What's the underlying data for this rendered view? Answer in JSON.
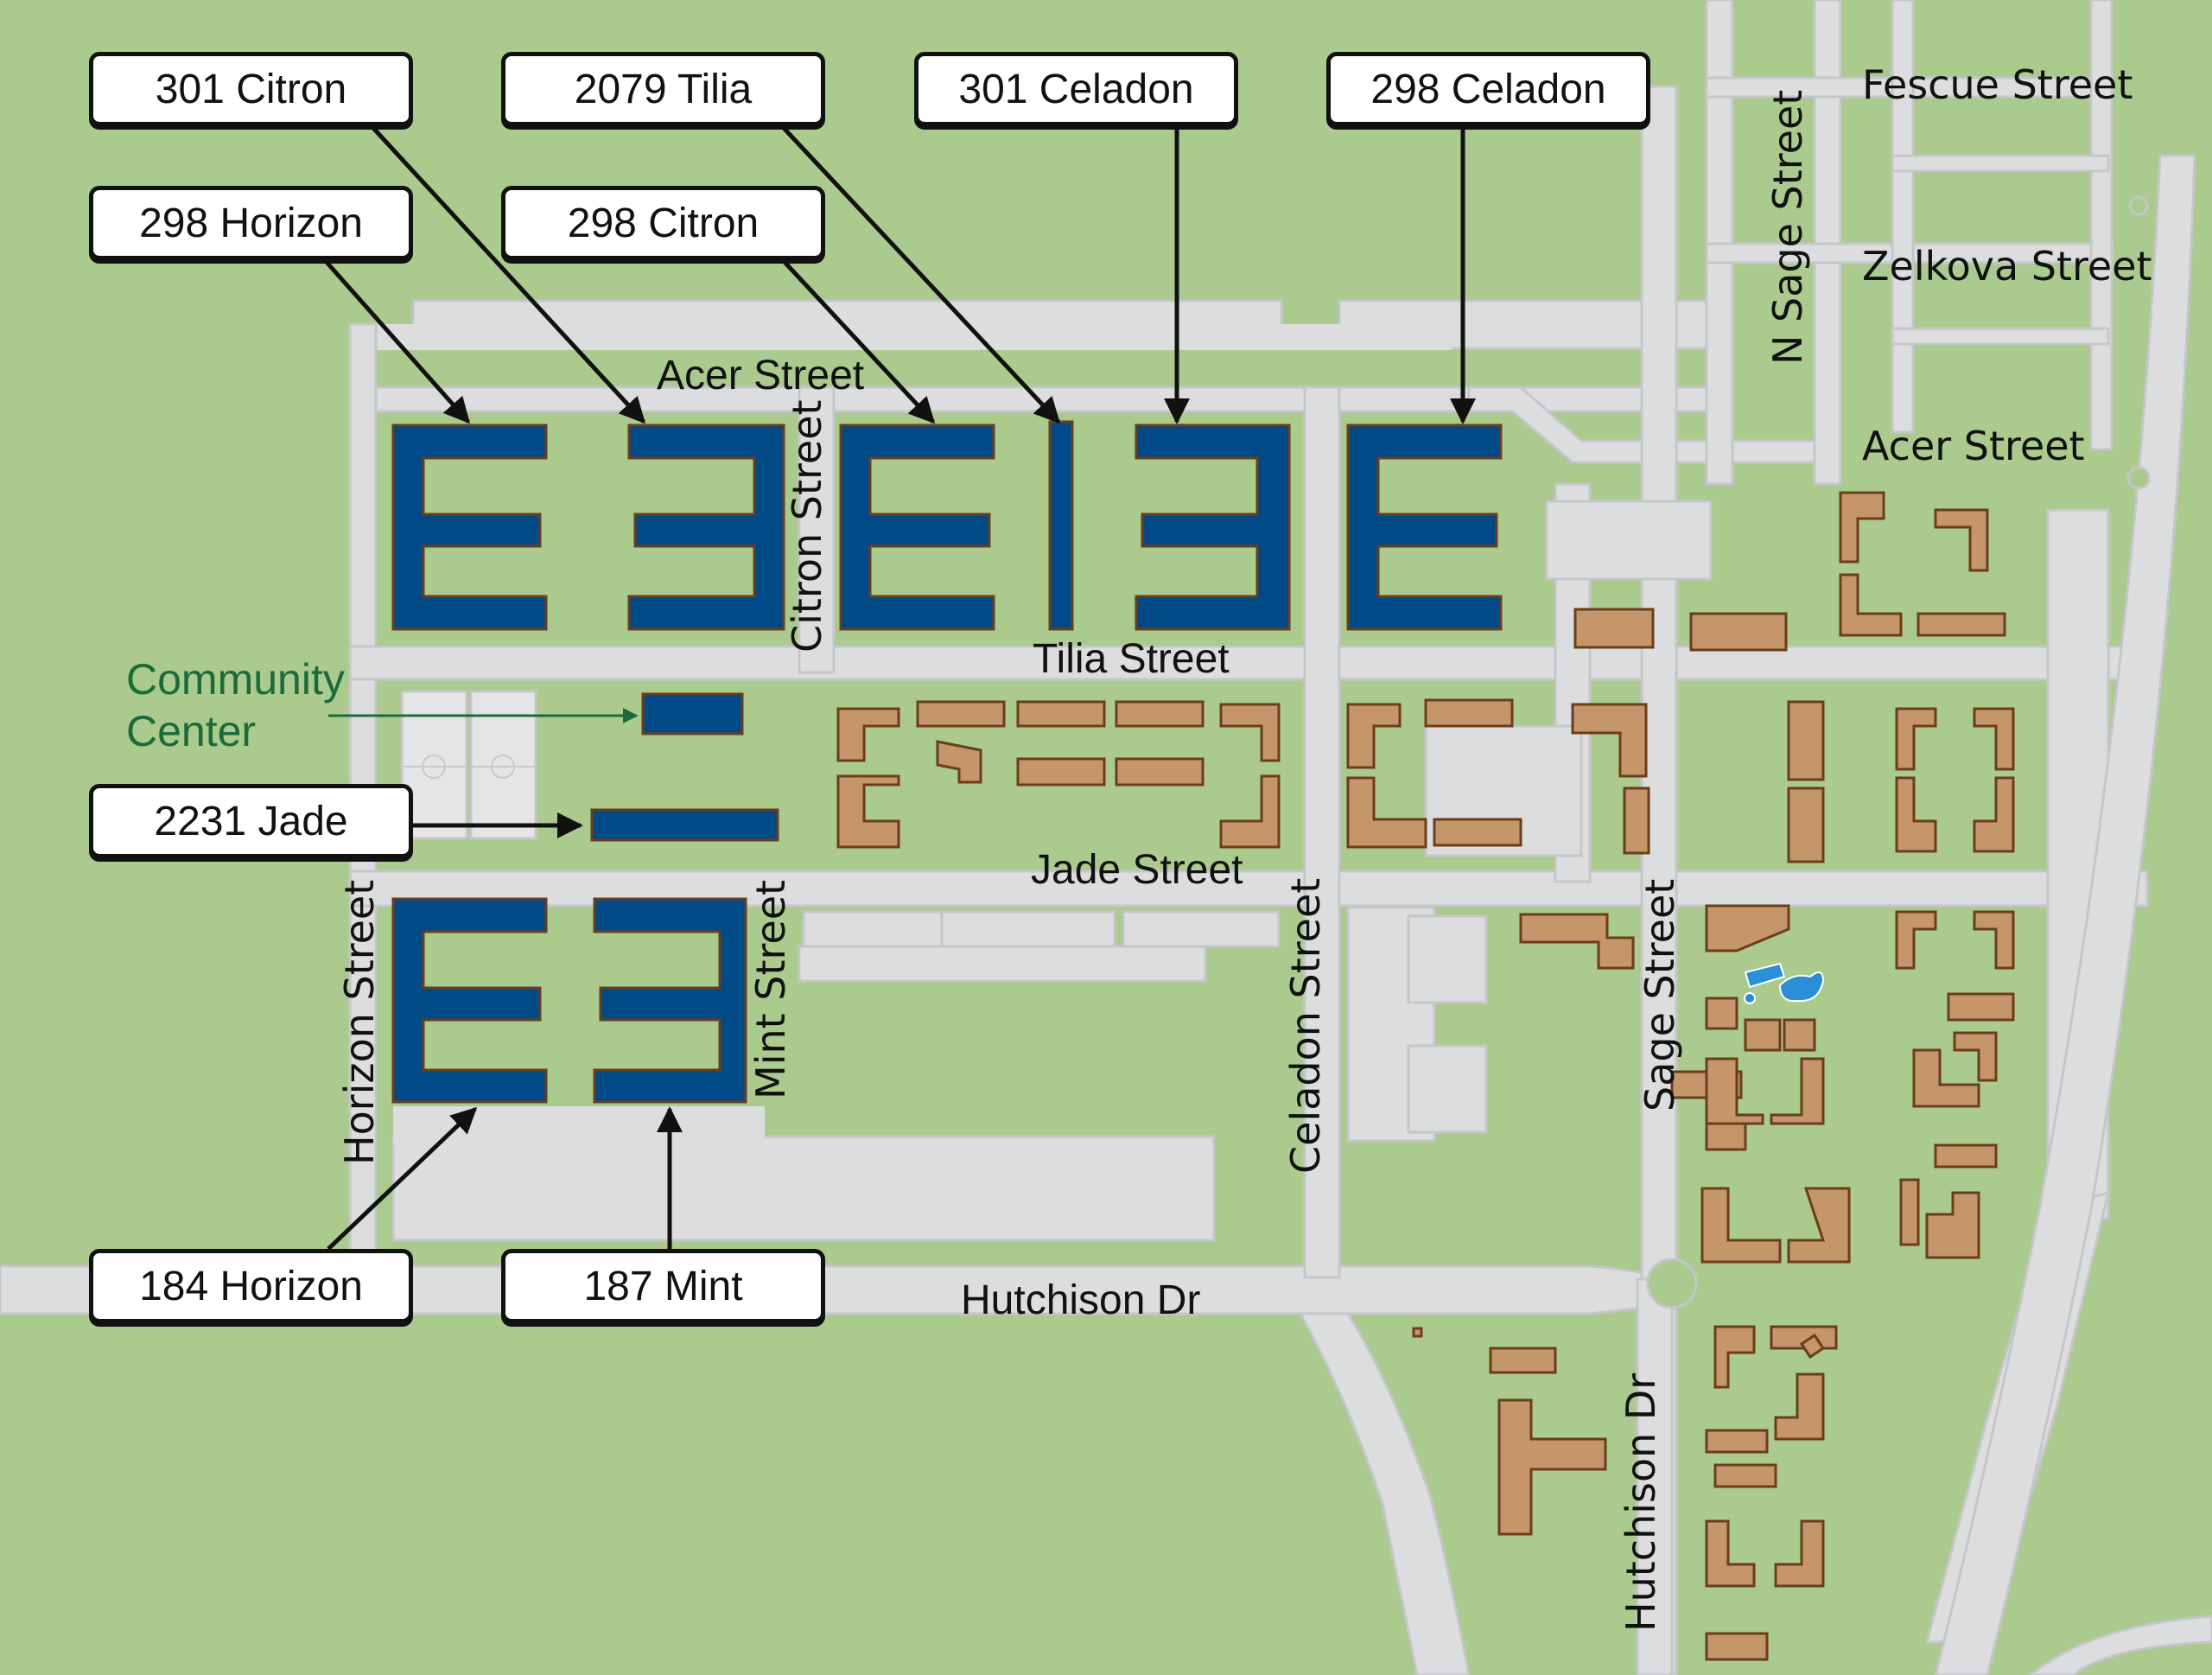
{
  "map": {
    "colors": {
      "grass": "#abca8e",
      "road": "#dcdddf",
      "road_edge": "#c4c6c9",
      "path": "#c2dbab",
      "highlight_building": "#004a87",
      "other_building": "#c4966a",
      "building_outline": "#6b3d1c",
      "community_center_text": "#1a6b3a",
      "pool": "#2a8fd6"
    },
    "callouts": [
      {
        "id": "301-citron",
        "label": "301 Citron"
      },
      {
        "id": "2079-tilia",
        "label": "2079 Tilia"
      },
      {
        "id": "301-celadon",
        "label": "301 Celadon"
      },
      {
        "id": "298-celadon",
        "label": "298 Celadon"
      },
      {
        "id": "298-horizon",
        "label": "298 Horizon"
      },
      {
        "id": "298-citron",
        "label": "298 Citron"
      },
      {
        "id": "2231-jade",
        "label": "2231 Jade"
      },
      {
        "id": "184-horizon",
        "label": "184 Horizon"
      },
      {
        "id": "187-mint",
        "label": "187 Mint"
      }
    ],
    "community_center": {
      "line1": "Community",
      "line2": "Center"
    },
    "streets": {
      "acer_west": "Acer Street",
      "acer_east": "Acer Street",
      "tilia": "Tilia Street",
      "jade": "Jade Street",
      "citron": "Citron Street",
      "horizon": "Horizon Street",
      "mint": "Mint Street",
      "celadon": "Celadon Street",
      "sage": "Sage Street",
      "n_sage": "N Sage Street",
      "fescue": "Fescue Street",
      "zelkova": "Zelkova Street",
      "hutchison_dr_h": "Hutchison Dr",
      "hutchison_dr_v": "Hutchison Dr"
    }
  }
}
